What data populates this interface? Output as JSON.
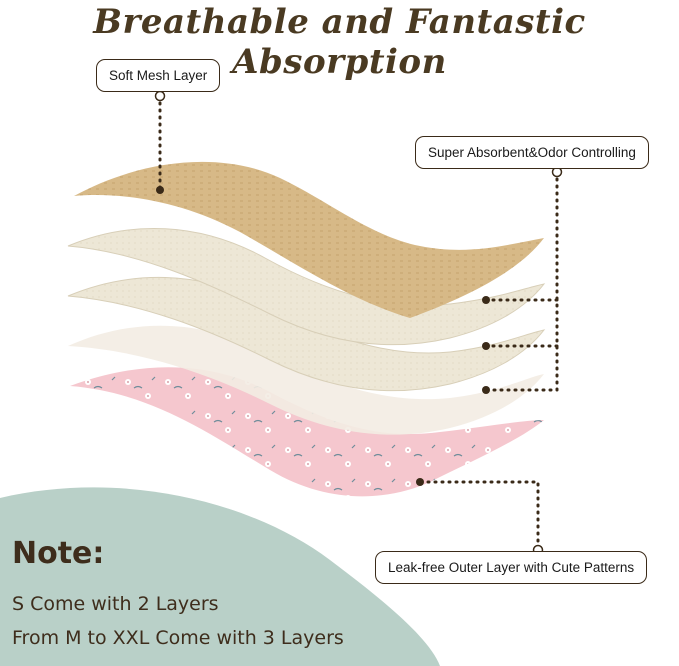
{
  "title": "Breathable and Fantastic Absorption",
  "callouts": {
    "soft_mesh": "Soft Mesh Layer",
    "super_absorbent": "Super Absorbent&Odor Controlling",
    "leak_free": "Leak-free Outer Layer with Cute Patterns"
  },
  "note": {
    "heading": "Note:",
    "lines": [
      "S Come with 2 Layers",
      "From M to XXL Come with 3 Layers"
    ]
  },
  "colors": {
    "title": "#4a3a22",
    "mesh_layer": "#d9bb8c",
    "absorbent_layer": "#ece6d6",
    "outer_layer": "#f4c9cf",
    "note_background": "#b9d0c8",
    "dots": "#3a2a18"
  }
}
